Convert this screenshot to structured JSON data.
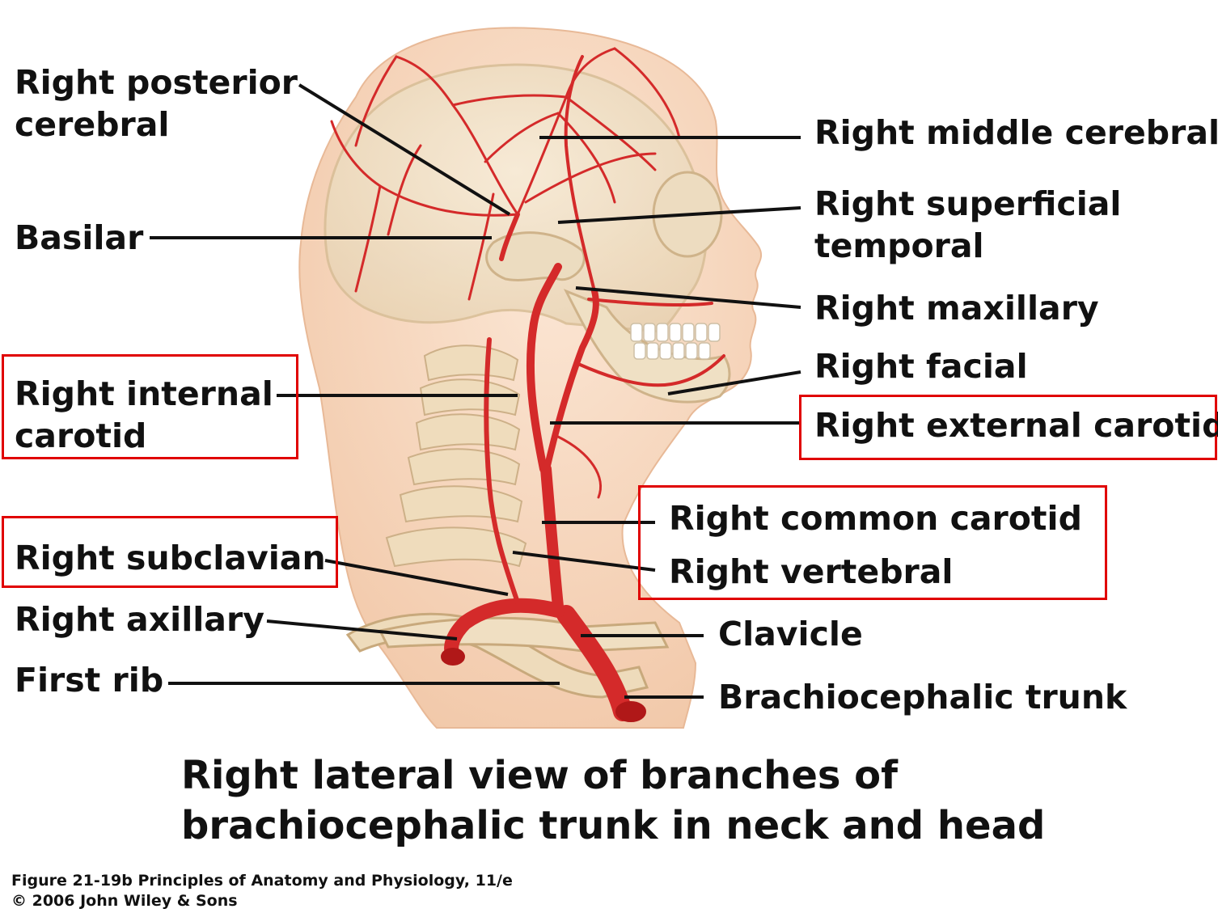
{
  "labels": {
    "posterior_cerebral_1": "Right posterior",
    "posterior_cerebral_2": "cerebral",
    "basilar": "Basilar",
    "internal_carotid_1": "Right internal",
    "internal_carotid_2": "carotid",
    "subclavian": "Right subclavian",
    "axillary": "Right axillary",
    "first_rib": "First rib",
    "middle_cerebral": "Right middle cerebral",
    "superficial_temporal_1": "Right superficial",
    "superficial_temporal_2": "temporal",
    "maxillary": "Right maxillary",
    "facial": "Right facial",
    "external_carotid": "Right external carotid",
    "common_carotid": "Right common carotid",
    "vertebral": "Right vertebral",
    "clavicle": "Clavicle",
    "brachiocephalic_trunk": "Brachiocephalic trunk"
  },
  "caption": {
    "line1": "Right lateral view of branches of",
    "line2": "brachiocephalic trunk in neck and head"
  },
  "credit": {
    "line1": "Figure 21-19b  Principles of Anatomy and Physiology, 11/e",
    "line2": "© 2006 John Wiley & Sons"
  },
  "colors": {
    "highlight_box": "#e00000",
    "artery": "#d42a2a",
    "skin": "#f6d7bf",
    "bone": "#efe0c4",
    "leader": "#111111"
  }
}
